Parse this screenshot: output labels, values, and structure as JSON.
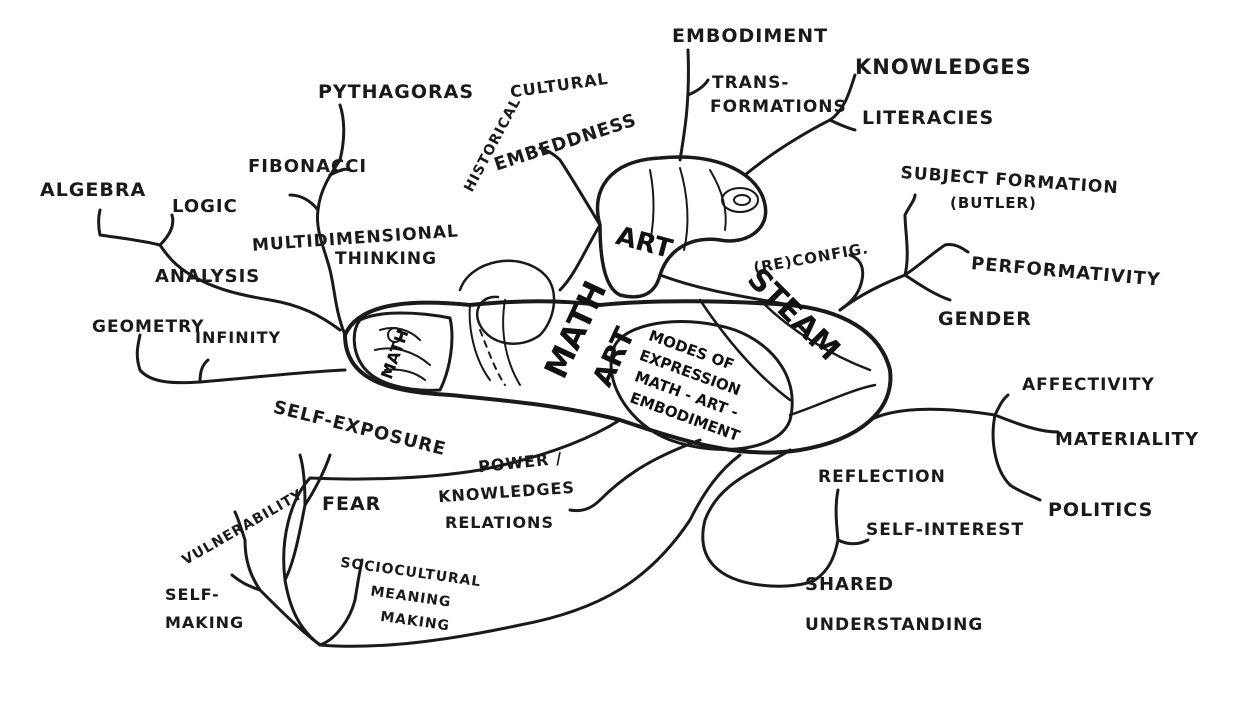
{
  "diagram": {
    "labels": {
      "embodiment": "EMBODIMENT",
      "trans": "TRANS-",
      "formations": "FORMATIONS",
      "knowledges": "KNOWLEDGES",
      "literacies": "LITERACIES",
      "pythagoras": "PYTHAGORAS",
      "cultural": "CULTURAL",
      "embeddness": "EMBEDDNESS",
      "historical": "HISTORICAL",
      "fibonacci": "FIBONACCI",
      "algebra": "ALGEBRA",
      "logic": "LOGIC",
      "multidimensional": "MULTIDIMENSIONAL",
      "thinking": "THINKING",
      "analysis": "ANALYSIS",
      "geometry": "GEOMETRY",
      "infinity": "INFINITY",
      "subject_formation": "SUBJECT FORMATION",
      "butler": "(BUTLER)",
      "reconfig": "(RE)CONFIG.",
      "performativity": "PERFORMATIVITY",
      "gender": "GENDER",
      "affectivity": "AFFECTIVITY",
      "materiality": "MATERIALITY",
      "politics": "POLITICS",
      "self_exposure": "SELF-EXPOSURE",
      "vulnerability": "VULNERABILITY",
      "fear": "FEAR",
      "power": "POWER /",
      "knowledges2": "KNOWLEDGES",
      "relations": "RELATIONS",
      "reflection": "REFLECTION",
      "self_interest": "SELF-INTEREST",
      "shared": "SHARED",
      "understanding": "UNDERSTANDING",
      "self": "SELF-",
      "making": "MAKING",
      "sociocultural": "SOCIOCULTURAL",
      "meaning": "MEANING",
      "making2": "MAKING"
    },
    "core": {
      "art": "ART",
      "math": "MATH",
      "art2": "ART",
      "steam": "STEAM",
      "math_small": "MATH",
      "modes_of": "MODES OF",
      "expression": "EXPRESSION",
      "math_art": "MATH - ART -",
      "embodiment": "EMBODIMENT"
    }
  }
}
